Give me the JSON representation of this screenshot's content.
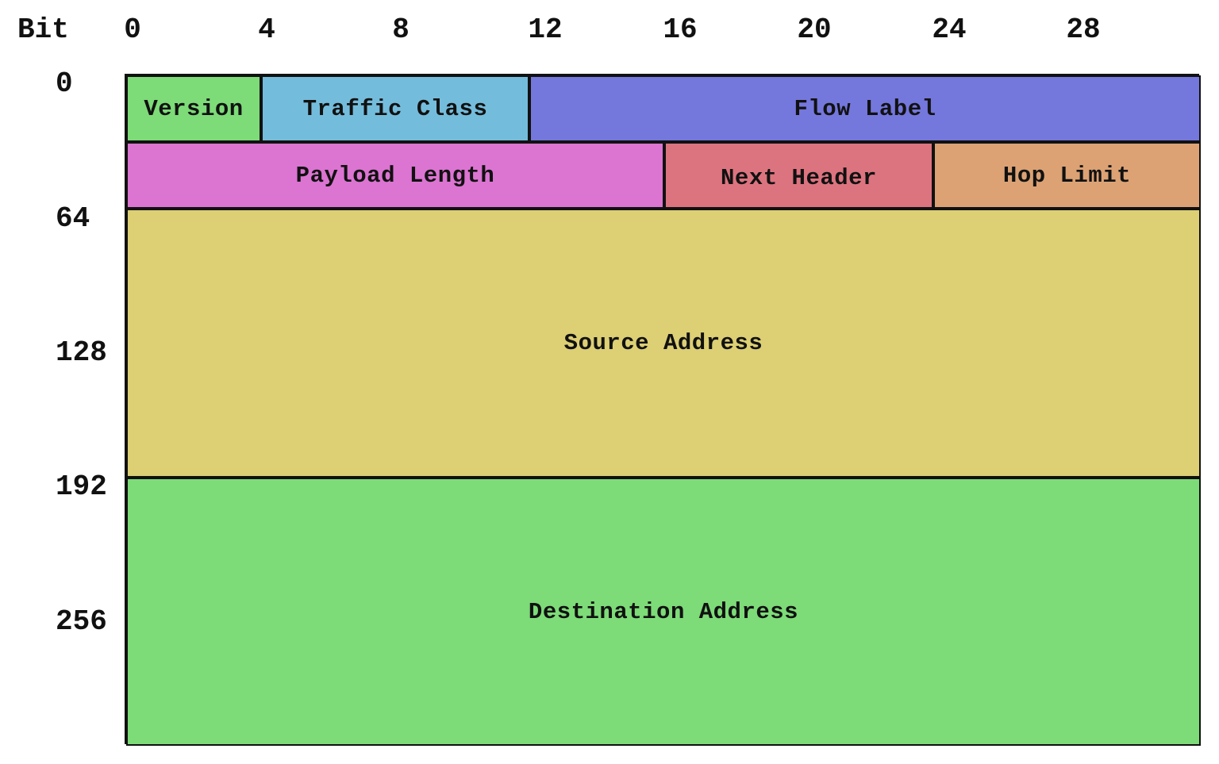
{
  "header_label": "Bit",
  "bit_ticks": [
    "0",
    "4",
    "8",
    "12",
    "16",
    "20",
    "24",
    "28"
  ],
  "row_labels": [
    "0",
    "64",
    "128",
    "192",
    "256"
  ],
  "fields": {
    "version": "Version",
    "traffic_class": "Traffic Class",
    "flow_label": "Flow Label",
    "payload_length": "Payload Length",
    "next_header": "Next Header",
    "hop_limit": "Hop Limit",
    "source_address": "Source Address",
    "destination_address": "Destination Address"
  },
  "colors": {
    "version": "#7ddb78",
    "traffic_class": "#74bcdc",
    "flow_label": "#7477dc",
    "payload_length": "#dc74d2",
    "next_header": "#dc747f",
    "hop_limit": "#dca274",
    "source_address": "#dccf74",
    "destination_address": "#7ddb78"
  }
}
